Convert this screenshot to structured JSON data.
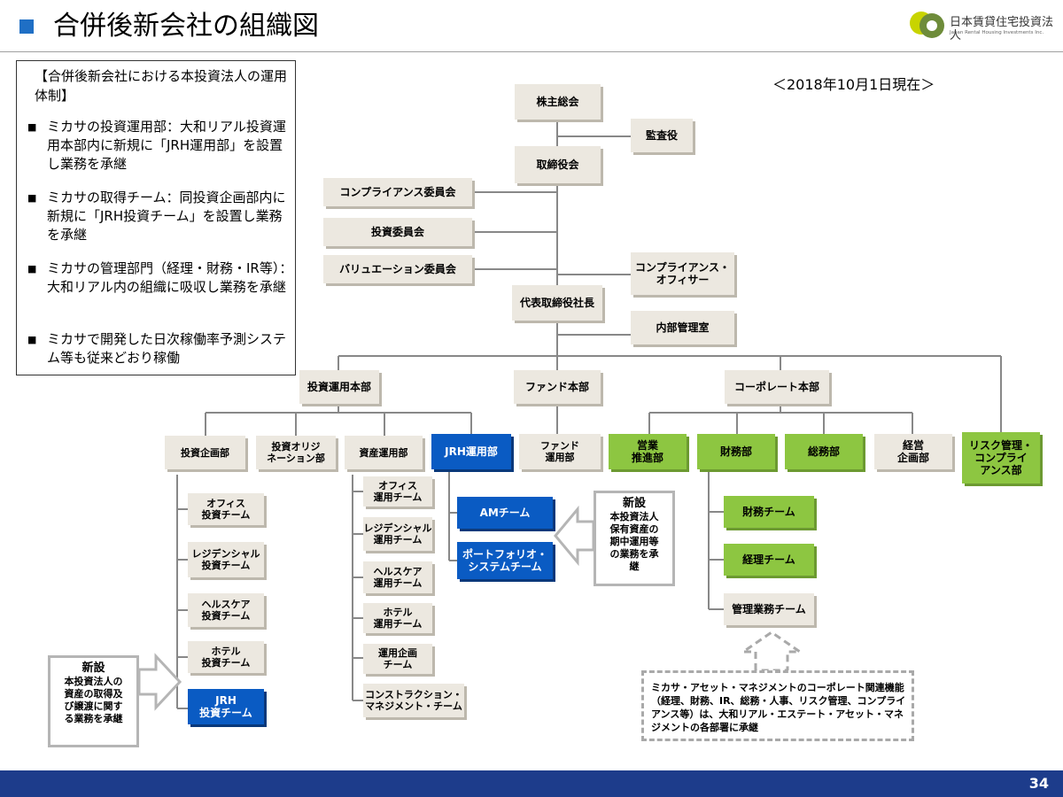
{
  "page": {
    "title": "合併後新会社の組織図",
    "date_note": "＜2018年10月1日現在＞",
    "page_number": "34"
  },
  "logo": {
    "name": "日本賃貸住宅投資法人",
    "sub": "Japan Rental Housing Investments Inc.",
    "colors": [
      "#c8d400",
      "#6e8c3a"
    ]
  },
  "info_box": {
    "heading": "【合併後新会社における本投資法人の運用体制】",
    "bullet": "■",
    "items": [
      "ミカサの投資運用部：大和リアル投資運用本部内に新規に「JRH運用部」を設置し業務を承継",
      "ミカサの取得チーム：同投資企画部内に新規に「JRH投資チーム」を設置し業務を承継",
      "ミカサの管理部門（経理・財務・IR等）：大和リアル内の組織に吸収し業務を承継",
      "ミカサで開発した日次稼働率予測システム等も従来どおり稼働"
    ]
  },
  "org": {
    "shareholders": "株主総会",
    "auditor": "監査役",
    "board": "取締役会",
    "compliance_committee": "コンプライアンス委員会",
    "investment_committee": "投資委員会",
    "valuation_committee": "バリュエーション委員会",
    "compliance_officer": [
      "コンプライアンス・",
      "オフィサー"
    ],
    "president": "代表取締役社長",
    "internal_audit": "内部管理室",
    "divisions": {
      "investment": "投資運用本部",
      "fund": "ファンド本部",
      "corporate": "コーポレート本部"
    },
    "departments": {
      "planning": "投資企画部",
      "origination": [
        "投資オリジ",
        "ネーション部"
      ],
      "asset_mgmt": "資産運用部",
      "jrh": "JRH運用部",
      "fund_ops": [
        "ファンド",
        "運用部"
      ],
      "sales": [
        "営業",
        "推進部"
      ],
      "finance": "財務部",
      "general": "総務部",
      "corp_planning": [
        "経営",
        "企画部"
      ],
      "risk": [
        "リスク管理・",
        "コンプライ",
        "アンス部"
      ]
    },
    "planning_teams": [
      [
        "オフィス",
        "投資チーム"
      ],
      [
        "レジデンシャル",
        "投資チーム"
      ],
      [
        "ヘルスケア",
        "投資チーム"
      ],
      [
        "ホテル",
        "投資チーム"
      ],
      [
        "JRH",
        "投資チーム"
      ]
    ],
    "asset_teams": [
      [
        "オフィス",
        "運用チーム"
      ],
      [
        "レジデンシャル",
        "運用チーム"
      ],
      [
        "ヘルスケア",
        "運用チーム"
      ],
      [
        "ホテル",
        "運用チーム"
      ],
      [
        "運用企画",
        "チーム"
      ],
      [
        "コンストラクション・",
        "マネジメント・チーム"
      ]
    ],
    "jrh_teams": [
      [
        "AMチーム"
      ],
      [
        "ポートフォリオ・",
        "システムチーム"
      ]
    ],
    "finance_teams": [
      [
        "財務チーム"
      ],
      [
        "経理チーム"
      ],
      [
        "管理業務チーム"
      ]
    ]
  },
  "callouts": {
    "new_jrh_ops": {
      "title": "新設",
      "lines": [
        "本投資法人",
        "保有資産の",
        "期中運用等",
        "の業務を承",
        "継"
      ]
    },
    "new_jrh_invest": {
      "title": "新設",
      "lines": [
        "本投資法人の",
        "資産の取得及",
        "び譲渡に関す",
        "る業務を承継"
      ]
    },
    "corporate_note": "ミカサ・アセット・マネジメントのコーポレート関連機能（経理、財務、IR、総務・人事、リスク管理、コンプライアンス等）は、大和リアル・エステート・アセット・マネジメントの各部署に承継"
  },
  "colors": {
    "title_square": "#1f6fc5",
    "node_fill": "#ece8e0",
    "green": "#8dc641",
    "blue": "#0a5bc3",
    "footer": "#1d3c8b"
  }
}
